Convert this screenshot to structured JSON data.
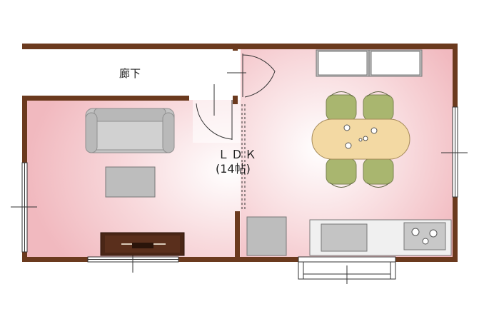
{
  "labels": {
    "hallway": "廊下",
    "ldk": "ＬＤＫ",
    "ldk_size": "(14帖)"
  },
  "colors": {
    "wall": "#6b3a1e",
    "floor_pink": "#f4c2c8",
    "sofa": "#c7c7c7",
    "chair": "#a9b66f",
    "table": "#f3d9a3",
    "tv_board": "#4a2616",
    "appliance": "#e5e5e5",
    "cabinet_gray": "#bfbfbf"
  },
  "icons": [
    "sofa-icon",
    "coffee-table-icon",
    "tv-board-icon",
    "dining-table-icon",
    "chair-icon",
    "kitchen-counter-icon",
    "sink-icon",
    "stove-icon",
    "refrigerator-icon",
    "cupboard-icon",
    "window-icon",
    "door-swing-icon"
  ]
}
